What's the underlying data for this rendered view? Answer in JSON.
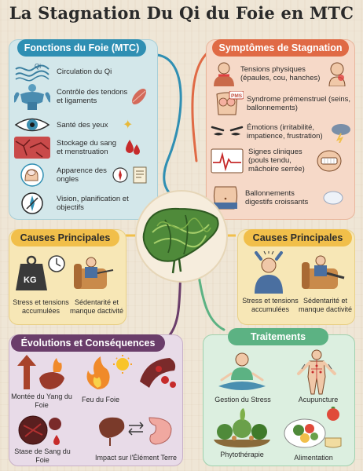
{
  "title": "La Stagnation Du Qi du Foie en MTC",
  "colors": {
    "fonctions": "#2f8fb3",
    "symptomes": "#e06a45",
    "causes": "#f1bf4a",
    "evolutions": "#6a3d6a",
    "traitements": "#5cb283",
    "liver": "#4f8a3a"
  },
  "fonctions": {
    "header": "Fonctions du Foie (MTC)",
    "items": [
      {
        "label": "Circulation du Qi",
        "icon": "qi-flow-icon",
        "icon_text": "Qi"
      },
      {
        "label": "Contrôle des tendons et ligaments",
        "icon": "muscle-icon"
      },
      {
        "label": "Santé des yeux",
        "icon": "eye-icon"
      },
      {
        "label": "Stockage du sang et menstruation",
        "icon": "blood-drop-icon"
      },
      {
        "label": "Apparence des ongles",
        "icon": "fingernail-icon"
      },
      {
        "label": "Vision, planification et objectifs",
        "icon": "compass-icon"
      }
    ]
  },
  "symptomes": {
    "header": "Symptômes de Stagnation",
    "items": [
      {
        "label": "Tensions physiques (épaules, cou, hanches)",
        "icon": "neck-pain-icon"
      },
      {
        "label": "Syndrome prémenstruel (seins, ballonnements)",
        "icon": "pms-icon",
        "icon_text": "PMS"
      },
      {
        "label": "Émotions (irritabilité, impatience, frustration)",
        "icon": "angry-eyes-icon"
      },
      {
        "label": "Signes cliniques (pouls tendu, mâchoire serrée)",
        "icon": "pulse-icon"
      },
      {
        "label": "Ballonnements digestifs croissants",
        "icon": "bloated-belly-icon"
      }
    ]
  },
  "causes_left": {
    "header": "Causes Principales",
    "items": [
      {
        "label": "Stress et tensions accumulées",
        "icon": "weight-clock-icon",
        "icon_text": "KG"
      },
      {
        "label": "Sédentarité et manque dactivité",
        "icon": "armchair-tv-icon"
      }
    ]
  },
  "causes_right": {
    "header": "Causes Principales",
    "items": [
      {
        "label": "Stress et tensions accumulées",
        "icon": "stressed-person-icon"
      },
      {
        "label": "Sédentarité et manque dactivité",
        "icon": "armchair-person-icon"
      }
    ]
  },
  "evolutions": {
    "header": "Évolutions et Conséquences",
    "items": [
      {
        "label": "Montée du Yang du Foie",
        "icon": "rising-yang-icon"
      },
      {
        "label": "Feu du Foie",
        "icon": "fire-icon"
      },
      {
        "label": "Stase de Sang du Foie",
        "icon": "blood-stasis-icon"
      },
      {
        "label": "Impact sur l'Élément Terre",
        "icon": "liver-stomach-icon"
      }
    ]
  },
  "traitements": {
    "header": "Traitements",
    "items": [
      {
        "label": "Gestion du Stress",
        "icon": "meditation-icon"
      },
      {
        "label": "Acupuncture",
        "icon": "acupuncture-icon"
      },
      {
        "label": "Phytothérapie",
        "icon": "herbs-icon"
      },
      {
        "label": "Alimentation",
        "icon": "healthy-food-icon"
      }
    ]
  }
}
